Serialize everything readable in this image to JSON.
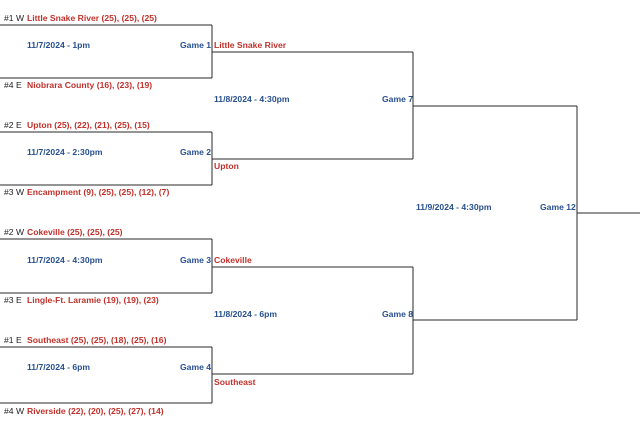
{
  "colors": {
    "team": "#c0312b",
    "meta": "#28508f",
    "line": "#2a2a2a"
  },
  "round1": [
    {
      "seed": "#1 W",
      "team": "Little Snake River (25), (25), (25)"
    },
    {
      "seed": "#4 E",
      "team": "Niobrara County (16), (23), (19)"
    },
    {
      "seed": "#2 E",
      "team": "Upton (25), (22), (21), (25), (15)"
    },
    {
      "seed": "#3 W",
      "team": "Encampment (9), (25), (25), (12), (7)"
    },
    {
      "seed": "#2 W",
      "team": "Cokeville (25), (25), (25)"
    },
    {
      "seed": "#3 E",
      "team": "Lingle-Ft. Laramie (19), (19), (23)"
    },
    {
      "seed": "#1 E",
      "team": "Southeast (25), (25), (18), (25), (16)"
    },
    {
      "seed": "#4 W",
      "team": "Riverside (22), (20), (25), (27), (14)"
    }
  ],
  "games": [
    {
      "date": "11/7/2024 - 1pm",
      "label": "Game 1",
      "winner": "Little Snake River"
    },
    {
      "date": "11/7/2024 - 2:30pm",
      "label": "Game 2",
      "winner": "Upton"
    },
    {
      "date": "11/7/2024 - 4:30pm",
      "label": "Game 3",
      "winner": "Cokeville"
    },
    {
      "date": "11/7/2024 - 6pm",
      "label": "Game 4",
      "winner": "Southeast"
    },
    {
      "date": "11/8/2024 - 4:30pm",
      "label": "Game 7"
    },
    {
      "date": "11/8/2024 - 6pm",
      "label": "Game 8"
    },
    {
      "date": "11/9/2024 - 4:30pm",
      "label": "Game 12"
    }
  ]
}
